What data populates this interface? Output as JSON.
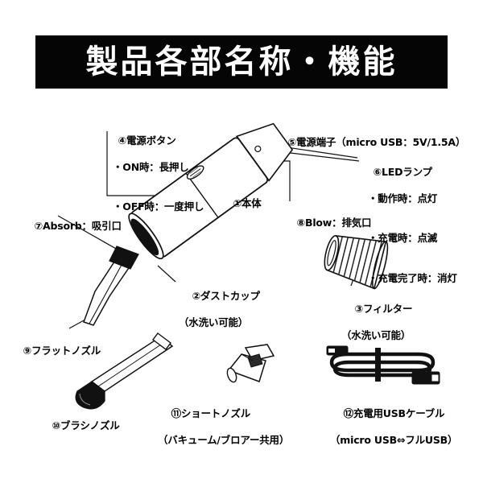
{
  "page": {
    "background_color": "#ffffff",
    "ink_color": "#000000"
  },
  "header": {
    "title": "製品各部名称・機能",
    "banner_bg": "#050505",
    "banner_text_color": "#ffffff"
  },
  "callouts": {
    "body": {
      "number": "①",
      "title": "①本体"
    },
    "dust_cup": {
      "number": "②",
      "title": "②ダストカップ",
      "note": "（水洗い可能）"
    },
    "filter": {
      "number": "③",
      "title": "③フィルター",
      "note": "（水洗い可能）"
    },
    "power_button": {
      "number": "④",
      "title": "④電源ボタン",
      "note1": "・ON時：長押し",
      "note2": "・OFF時：一度押し"
    },
    "power_terminal": {
      "number": "⑤",
      "title": "⑤電源端子（micro USB：5V/1.5A）"
    },
    "led_lamp": {
      "number": "⑥",
      "title": "⑥LEDランプ",
      "note1": "・動作時：点灯",
      "note2": "・充電時：点滅",
      "note3": "・充電完了時：消灯"
    },
    "absorb_port": {
      "number": "⑦",
      "title": "⑦Absorb：吸引口"
    },
    "blow_port": {
      "number": "⑧",
      "title": "⑧Blow：排気口"
    },
    "flat_nozzle": {
      "number": "⑨",
      "title": "⑨フラットノズル"
    },
    "brush_nozzle": {
      "number": "⑩",
      "title": "⑩ブラシノズル"
    },
    "short_nozzle": {
      "number": "⑪",
      "title": "⑪ショートノズル",
      "note": "（バキューム/ブロアー共用）"
    },
    "usb_cable": {
      "number": "⑫",
      "title": "⑫充電用USBケーブル",
      "note": "（micro USB⇔フルUSB）"
    }
  },
  "illustrations": {
    "main_body": "handheld-vacuum-body",
    "filter": "pleated-cylinder-filter",
    "flat_nozzle": "flat-crevice-nozzle",
    "brush_nozzle": "brush-nozzle",
    "short_nozzle": "short-adapter-nozzle",
    "usb_cable": "coiled-usb-cable"
  }
}
